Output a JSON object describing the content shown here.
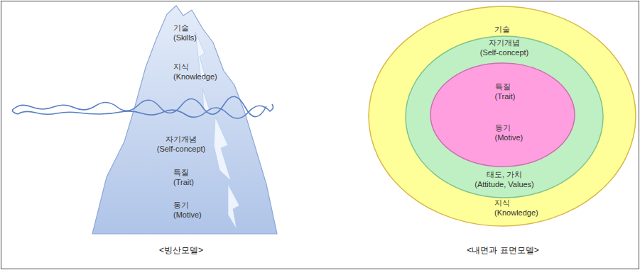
{
  "diagram": {
    "nodes": [
      {
        "text": [
          "기술 (Skills)",
          "지식 (Knowledge)",
          "자기개념 (Self-concept)",
          "특질 (Trait)",
          "동기 (Motive)"
        ]
      },
      {
        "text": [
          "기술 (Skills)",
          "지식 (Knowledge)"
        ]
      },
      {
        "text": [
          "자기개념 (Self-concept)",
          "태도, 가치 (Attitude, Values)"
        ],
        "in": 1
      },
      {
        "text": [
          "특질 (Trait)",
          "동기 (Motive)"
        ],
        "in": 2
      }
    ],
    "labels": [
      "<빙산모델>",
      "<내면과 표면모델>"
    ]
  }
}
